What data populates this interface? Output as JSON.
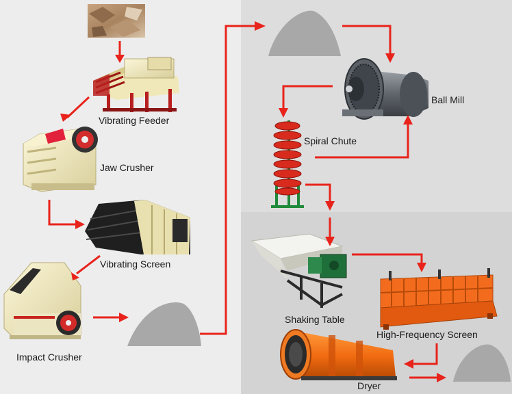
{
  "colors": {
    "arrow": "#e8231b",
    "background_left": "#ededed",
    "background_right_top": "#dddddd",
    "background_right_bottom": "#d3d3d3",
    "sand_pile": "#a8a8a8"
  },
  "nodes": {
    "raw_ore": {
      "label": "",
      "icon": "rock-pile-icon"
    },
    "vibrating_feeder": {
      "label": "Vibrating Feeder",
      "icon": "vibrating-feeder-icon"
    },
    "jaw_crusher": {
      "label": "Jaw Crusher",
      "icon": "jaw-crusher-icon"
    },
    "vibrating_screen": {
      "label": "Vibrating Screen",
      "icon": "vibrating-screen-icon"
    },
    "impact_crusher": {
      "label": "Impact Crusher",
      "icon": "impact-crusher-icon"
    },
    "ball_mill": {
      "label": "Ball Mill",
      "icon": "ball-mill-icon"
    },
    "spiral_chute": {
      "label": "Spiral Chute",
      "icon": "spiral-chute-icon"
    },
    "shaking_table": {
      "label": "Shaking Table",
      "icon": "shaking-table-icon"
    },
    "high_frequency_screen": {
      "label": "High-Frequency Screen",
      "icon": "high-frequency-screen-icon"
    },
    "dryer": {
      "label": "Dryer",
      "icon": "rotary-dryer-icon"
    }
  },
  "flows": [
    {
      "from": "raw_ore",
      "to": "vibrating_feeder"
    },
    {
      "from": "vibrating_feeder",
      "to": "jaw_crusher"
    },
    {
      "from": "jaw_crusher",
      "to": "vibrating_screen"
    },
    {
      "from": "vibrating_screen",
      "to": "impact_crusher"
    },
    {
      "from": "impact_crusher",
      "to": "crushed_pile"
    },
    {
      "from": "crushed_pile",
      "to": "ground_pile"
    },
    {
      "from": "ground_pile",
      "to": "ball_mill"
    },
    {
      "from": "ball_mill",
      "to": "spiral_chute"
    },
    {
      "from": "spiral_chute",
      "to": "ball_mill"
    },
    {
      "from": "spiral_chute",
      "to": "shaking_table"
    },
    {
      "from": "shaking_table",
      "to": "high_frequency_screen"
    },
    {
      "from": "high_frequency_screen",
      "to": "dryer"
    },
    {
      "from": "dryer",
      "to": "product_pile"
    }
  ]
}
